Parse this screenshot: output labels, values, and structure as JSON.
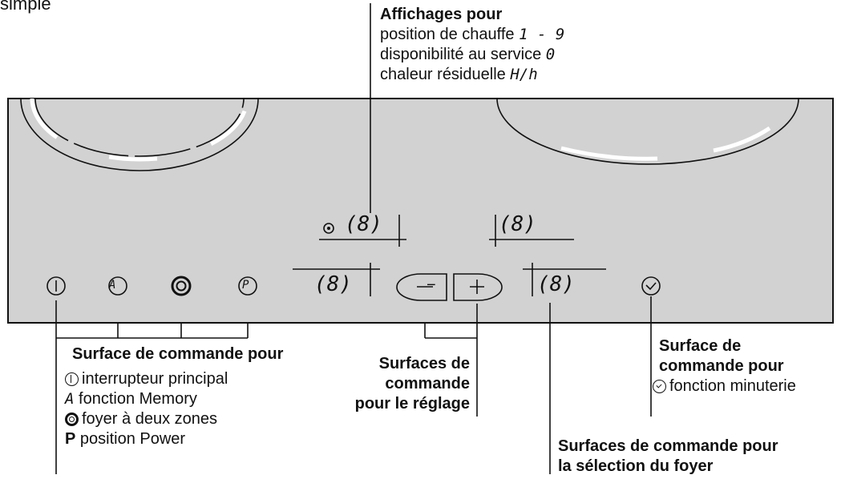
{
  "heading_partial": "simple",
  "display_glyph": "(8)",
  "display_info": {
    "title": "Affichages pour",
    "line1_text": "position de chauffe",
    "line1_code": "1 - 9",
    "line2_text": "disponibilité au service",
    "line2_code": "0",
    "line3_text": "chaleur résiduelle",
    "line3_code": "H/h"
  },
  "main_controls": {
    "title": "Surface de commande pour",
    "items": [
      {
        "icon": "power-icon",
        "code": "",
        "text": "interrupteur principal"
      },
      {
        "icon": "memory-icon",
        "code": "A",
        "text": "fonction Memory"
      },
      {
        "icon": "dual-zone-icon",
        "code": "",
        "text": "foyer à deux zones"
      },
      {
        "icon": "power-boost-icon",
        "code": "P",
        "text": "position Power"
      }
    ]
  },
  "adjust_controls": {
    "line1": "Surfaces de",
    "line2": "commande",
    "line3": "pour le réglage",
    "minus": "−",
    "plus": "+"
  },
  "timer_controls": {
    "line1": "Surface de",
    "line2": "commande pour",
    "item_text": "fonction minuterie"
  },
  "zone_select": {
    "line1": "Surfaces de commande pour",
    "line2": "la sélection du foyer"
  },
  "panel_icons": {
    "memory": "A",
    "power_boost": "P"
  }
}
